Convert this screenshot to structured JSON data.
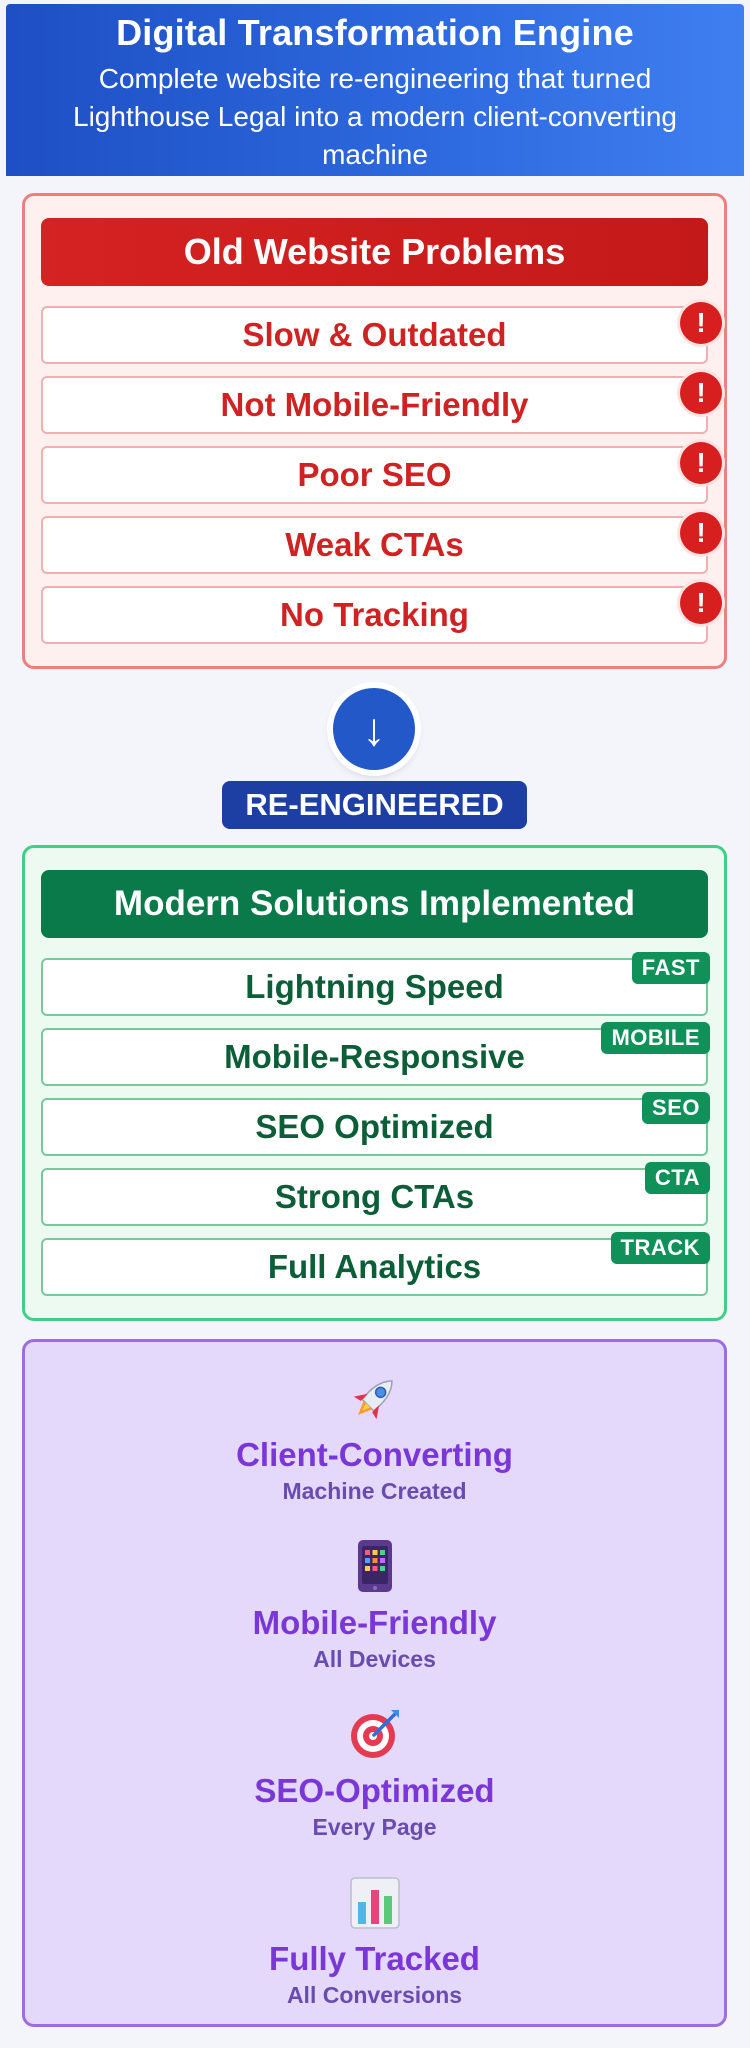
{
  "header": {
    "title": "Digital Transformation Engine",
    "subtitle": "Complete website re-engineering that turned Lighthouse Legal into a modern client-converting machine"
  },
  "problems": {
    "heading": "Old Website Problems",
    "alert_glyph": "!",
    "items": [
      {
        "label": "Slow & Outdated"
      },
      {
        "label": "Not Mobile-Friendly"
      },
      {
        "label": "Poor SEO"
      },
      {
        "label": "Weak CTAs"
      },
      {
        "label": "No Tracking"
      }
    ]
  },
  "transition": {
    "arrow": "↓",
    "label": "RE-ENGINEERED"
  },
  "solutions": {
    "heading": "Modern Solutions Implemented",
    "items": [
      {
        "label": "Lightning Speed",
        "tag": "FAST"
      },
      {
        "label": "Mobile-Responsive",
        "tag": "MOBILE"
      },
      {
        "label": "SEO Optimized",
        "tag": "SEO"
      },
      {
        "label": "Strong CTAs",
        "tag": "CTA"
      },
      {
        "label": "Full Analytics",
        "tag": "TRACK"
      }
    ]
  },
  "results": {
    "items": [
      {
        "icon": "rocket-icon",
        "title": "Client-Converting",
        "subtitle": "Machine Created"
      },
      {
        "icon": "mobile-phone-icon",
        "title": "Mobile-Friendly",
        "subtitle": "All Devices"
      },
      {
        "icon": "target-icon",
        "title": "SEO-Optimized",
        "subtitle": "Every Page"
      },
      {
        "icon": "bar-chart-icon",
        "title": "Fully Tracked",
        "subtitle": "All Conversions"
      }
    ]
  },
  "colors": {
    "header_blue": "#2e6ae0",
    "problem_red": "#d52222",
    "solution_green": "#0b7a4a",
    "result_purple": "#7a36d6"
  }
}
